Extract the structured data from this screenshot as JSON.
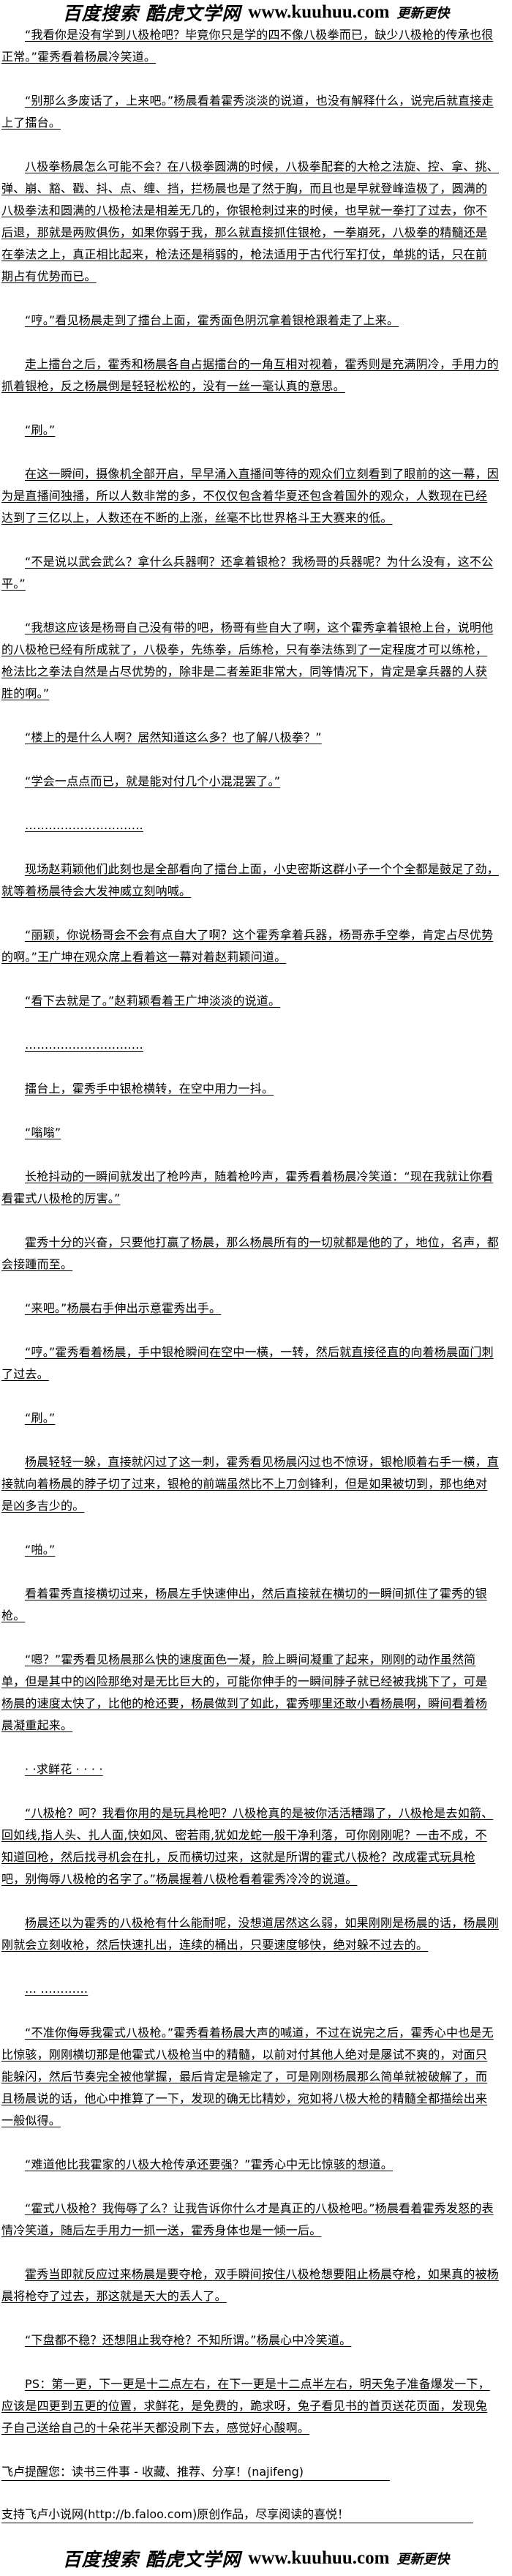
{
  "header_logo": {
    "site_cn": "百度搜索 酷虎文学网",
    "url": "www.kuuhuu.com",
    "tagline": "更新更快"
  },
  "paragraphs": [
    "“我看你是没有学到八极枪吧？毕竟你只是学的四不像八极拳而已，缺少八极枪的传承也很正常。”霍秀看着杨晨冷笑道。",
    "“别那么多废话了，上来吧。”杨晨看着霍秀淡淡的说道，也没有解释什么，说完后就直接走上了擂台。",
    "八极拳杨晨怎么可能不会？在八极拳圆满的时候，八极拳配套的大枪之法旋、控、拿、挑、弹、崩、豁、戳、抖、点、缠、挡，拦杨晨也是了然于胸，而且也是早就登峰造极了，圆满的八极拳法和圆满的八极枪法是相差无几的，你银枪刺过来的时候，也早就一拳打了过去，你不后退，那就是两败俱伤，如果你弱于我，那么就直接抓住银枪，一拳崩死，八极拳的精髓还是在拳法之上，真正相比起来，枪法还是稍弱的，枪法适用于古代行军打仗，单挑的话，只在前期占有优势而已。",
    "“哼。”看见杨晨走到了擂台上面，霍秀面色阴沉拿着银枪跟着走了上来。",
    "走上擂台之后，霍秀和杨晨各自占据擂台的一角互相对视着，霍秀则是充满阴冷，手用力的抓着银枪，反之杨晨倒是轻轻松松的，没有一丝一毫认真的意思。",
    "“刷。”",
    "在这一瞬间，摄像机全部开启，早早涌入直播间等待的观众们立刻看到了眼前的这一幕，因为是直播间独播，所以人数非常的多，不仅仅包含着华夏还包含着国外的观众，人数现在已经达到了三亿以上，人数还在不断的上涨，丝毫不比世界格斗王大赛来的低。",
    "“不是说以武会武么？拿什么兵器啊？还拿着银枪？我杨哥的兵器呢？为什么没有，这不公平。”",
    "“我想这应该是杨哥自己没有带的吧，杨哥有些自大了啊，这个霍秀拿着银枪上台，说明他的八极枪已经有所成就了，八极拳，先练拳，后练枪，只有拳法练到了一定程度才可以练枪，枪法比之拳法自然是占尽优势的，除非是二者差距非常大，同等情况下，肯定是拿兵器的人获胜的啊。”",
    "“楼上的是什么人啊？居然知道这么多？也了解八极拳？”",
    "“学会一点点而已，就是能对付几个小混混罢了。”",
    "…………………………",
    "现场赵莉颖他们此刻也是全部看向了擂台上面，小史密斯这群小子一个个全都是鼓足了劲，就等着杨晨待会大发神威立刻呐喊。",
    "“丽颖，你说杨哥会不会有点自大了啊？这个霍秀拿着兵器，杨哥赤手空拳，肯定占尽优势的啊。”王广坤在观众席上看着这一幕对着赵莉颖问道。",
    "“看下去就是了。”赵莉颖看着王广坤淡淡的说道。",
    "…………………………",
    "擂台上，霍秀手中银枪横转，在空中用力一抖。",
    "“嗡嗡”",
    "长枪抖动的一瞬间就发出了枪吟声，随着枪吟声，霍秀看着杨晨冷笑道：“现在我就让你看看霍式八极枪的厉害。”",
    "霍秀十分的兴奋，只要他打赢了杨晨，那么杨晨所有的一切就都是他的了，地位，名声，都会接踵而至。",
    "“来吧。”杨晨右手伸出示意霍秀出手。",
    "“哼。”霍秀看着杨晨，手中银枪瞬间在空中一横，一转，然后就直接径直的向着杨晨面门刺了过去。",
    "“刷。”",
    "杨晨轻轻一躲，直接就闪过了这一刺，霍秀看见杨晨闪过也不惊讶，银枪顺着右手一横，直接就向着杨晨的脖子切了过来，银枪的前端虽然比不上刀剑锋利，但是如果被切到，那也绝对是凶多吉少的。",
    "“啪。”",
    "看着霍秀直接横切过来，杨晨左手快速伸出，然后直接就在横切的一瞬间抓住了霍秀的银枪。",
    "“嗯？”霍秀看见杨晨那么快的速度面色一凝，脸上瞬间凝重了起来，刚刚的动作虽然简单，但是其中的凶险那绝对是无比巨大的，可能你伸手的一瞬间脖子就已经被我挑下了，可是杨晨的速度太快了，比他的枪还要，杨晨做到了如此，霍秀哪里还敢小看杨晨啊，瞬间看着杨晨凝重起来。",
    "· ·求鲜花 · · · ·",
    "“八极枪？呵？我看你用的是玩具枪吧？八极枪真的是被你活活糟蹋了，八极枪是去如箭、回如线,指人头、扎人面,快如风、密若雨,犹如龙蛇一般干净利落，可你刚刚呢？一击不成，不知道回枪，然后找寻机会在扎，反而横切过来，这就是所谓的霍式八极枪？改成霍式玩具枪吧，别侮辱八极枪的名字了。”杨晨握着八极枪看着霍秀冷冷的说道。",
    "杨晨还以为霍秀的八极枪有什么能耐呢，没想道居然这么弱，如果刚刚是杨晨的话，杨晨刚刚就会立刻收枪，然后快速扎出，连续的桶出，只要速度够快，绝对躲不过去的。",
    "… …………",
    "“不准你侮辱我霍式八极枪。”霍秀看着杨晨大声的喊道，不过在说完之后，霍秀心中也是无比惊骇，刚刚横切那是他霍式八极枪当中的精髓，以前对付其他人绝对是屡试不爽的，对面只能躲闪，然后节奏完全被他掌握，最后肯定是输定了，可是刚刚杨晨那么简单就被破解了，而且杨晨说的话，他心中推算了一下，发现的确无比精妙，宛如将八极大枪的精髓全都描绘出来一般似得。",
    "“难道他比我霍家的八极大枪传承还要强？”霍秀心中无比惊骇的想道。",
    "“霍式八极枪？我侮辱了么？让我告诉你什么才是真正的八极枪吧。”杨晨看着霍秀发怒的表情冷笑道，随后左手用力一抓一送，霍秀身体也是一倾一后。",
    "霍秀当即就反应过来杨晨是要夺枪，双手瞬间按住八极枪想要阻止杨晨夺枪，如果真的被杨晨将枪夺了过去，那这就是天大的丢人了。",
    "“下盘都不稳？还想阻止我夺枪？不知所谓。”杨晨心中冷笑道。",
    "PS：第一更，下一更是十二点左右，在下一更是十二点半左右，明天兔子准备爆发一下，应该是四更到五更的位置，求鲜花，是免费的，跪求呀，兔子看见书的首页送花页面，发现兔子自己送给自己的十朵花半天都没刷下去，感觉好心酸啊。"
  ],
  "footer": {
    "reminder": "飞卢提醒您：读书三件事 - 收藏、推荐、分享！(najifeng)",
    "support": "支持飞卢小说网(http://b.faloo.com)原创作品，尽享阅读的喜悦！"
  }
}
